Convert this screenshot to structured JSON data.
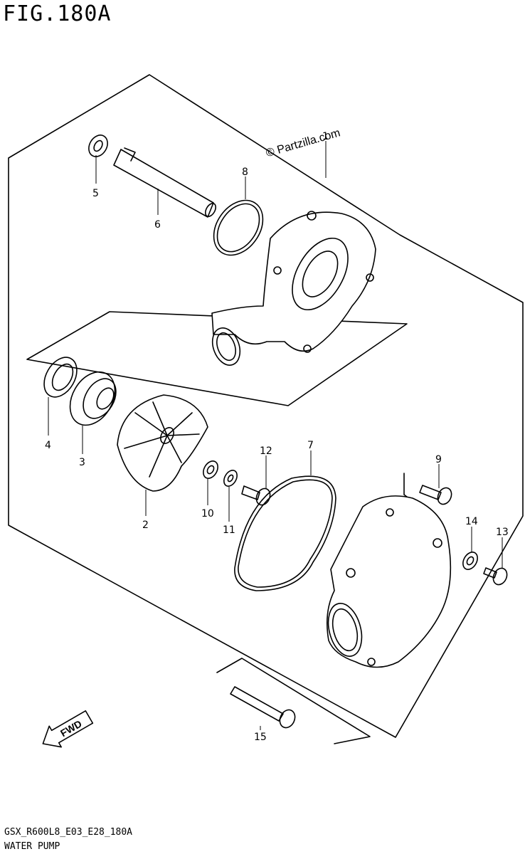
{
  "figure": {
    "title": "FIG.180A"
  },
  "watermark": {
    "text": "© Partzilla.com"
  },
  "callouts": [
    "1",
    "2",
    "3",
    "4",
    "5",
    "6",
    "7",
    "8",
    "9",
    "10",
    "11",
    "12",
    "13",
    "14",
    "15"
  ],
  "fwd_label": "FWD",
  "footer": {
    "code": "GSX_R600L8_E03_E28_180A",
    "name": "WATER PUMP"
  }
}
